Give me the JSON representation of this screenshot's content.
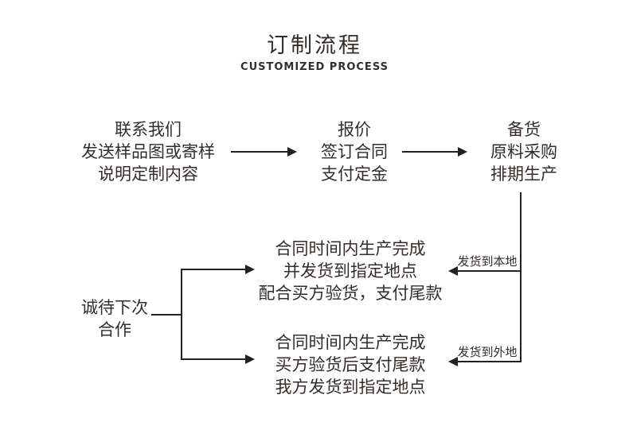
{
  "title": "订制流程",
  "subtitle": "CUSTOMIZED PROCESS",
  "colors": {
    "text": "#332e2b",
    "line": "#242020"
  },
  "steps": [
    {
      "lines": [
        "联系我们",
        "发送样品图或寄样",
        "说明定制内容"
      ]
    },
    {
      "lines": [
        "报价",
        "签订合同",
        "支付定金"
      ]
    },
    {
      "lines": [
        "备货",
        "原料采购",
        "排期生产"
      ]
    }
  ],
  "branches": [
    {
      "label": "发货到本地",
      "lines": [
        "合同时间内生产完成",
        "并发货到指定地点",
        "配合买方验货，支付尾款"
      ]
    },
    {
      "label": "发货到外地",
      "lines": [
        "合同时间内生产完成",
        "买方验货后支付尾款",
        "我方发货到指定地点"
      ]
    }
  ],
  "closing": {
    "lines": [
      "诚待下次",
      "合作"
    ]
  }
}
